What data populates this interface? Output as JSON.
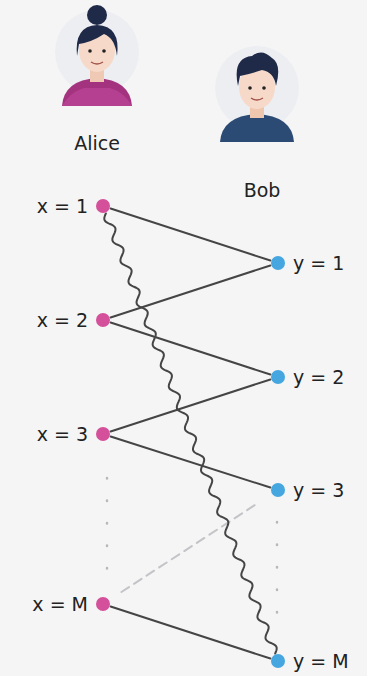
{
  "diagram": {
    "nodes": [
      {
        "text": [
          "x = 1"
        ]
      },
      {
        "text": [
          "x = 2"
        ]
      },
      {
        "text": [
          "x = 3"
        ]
      },
      {
        "text": [
          "x = M"
        ]
      },
      {
        "text": [
          "y = 1"
        ]
      },
      {
        "text": [
          "y = 2"
        ]
      },
      {
        "text": [
          "y = 3"
        ]
      },
      {
        "text": [
          "y = M"
        ]
      }
    ],
    "edges": [
      {
        "from": 0,
        "to": 4,
        "arrow": "none"
      },
      {
        "from": 1,
        "to": 4,
        "arrow": "none"
      },
      {
        "from": 1,
        "to": 5,
        "arrow": "none"
      },
      {
        "from": 2,
        "to": 5,
        "arrow": "none"
      },
      {
        "from": 2,
        "to": 6,
        "arrow": "none"
      },
      {
        "from": 3,
        "to": 6,
        "arrow": "none"
      },
      {
        "from": 3,
        "to": 7,
        "arrow": "none"
      },
      {
        "from": 0,
        "to": 7,
        "arrow": "none"
      }
    ],
    "labels": [
      "Alice",
      "Bob"
    ]
  }
}
